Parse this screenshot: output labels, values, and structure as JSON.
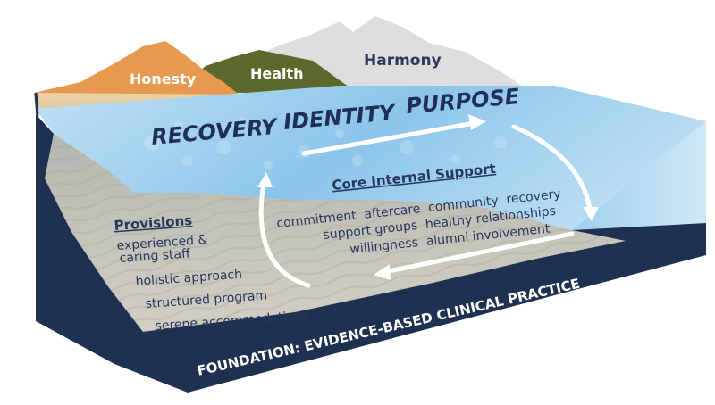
{
  "mountains": {
    "left": "Honesty",
    "middle": "Health",
    "right": "Harmony"
  },
  "water": {
    "words": [
      "RECOVERY",
      "IDENTITY",
      "PURPOSE"
    ]
  },
  "core": {
    "title": "Core Internal Support",
    "lines": [
      "commitment  aftercare  community  recovery",
      "support groups  healthy relationships",
      "willingness  alumni involvement"
    ]
  },
  "provisions": {
    "title": "Provisions",
    "items": [
      "experienced &",
      "caring staff",
      "holistic approach",
      "structured program",
      "serene accommodations"
    ]
  },
  "foundation": {
    "label": "FOUNDATION: EVIDENCE-BASED CLINICAL PRACTICE"
  },
  "colors": {
    "navy": "#1e3150",
    "honesty": "#e79a4f",
    "health": "#5b6a2c",
    "harmony": "#dcdcdc",
    "water": "#86bfe6",
    "sand": "#c8c5ba",
    "text_dark": "#27365c"
  }
}
